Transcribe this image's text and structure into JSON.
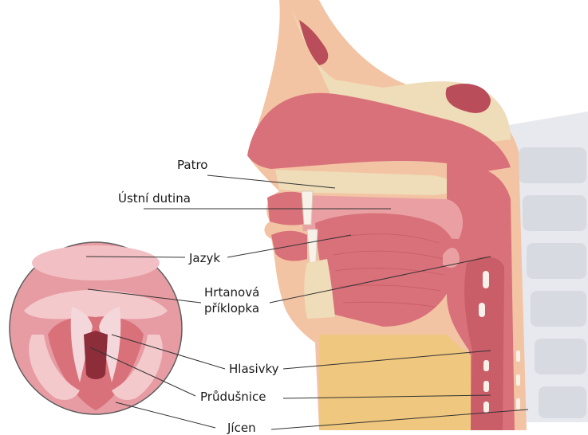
{
  "labels": {
    "palate": "Patro",
    "oral_cavity": "Ústní dutina",
    "tongue": "Jazyk",
    "epiglottis_line1": "Hrtanová",
    "epiglottis_line2": "příklopka",
    "vocal_cords": "Hlasivky",
    "trachea": "Průdušnice",
    "esophagus": "Jícen"
  },
  "colors": {
    "tissue": "#d9717a",
    "tissue_dark": "#b94e5a",
    "tissue_light": "#eaa0a2",
    "bone": "#efdcb8",
    "skin": "#f3c4a3",
    "cartilage": "#f7f1ea",
    "spine": "#dfe1e6",
    "esophagus_yellow": "#f0c77e"
  }
}
